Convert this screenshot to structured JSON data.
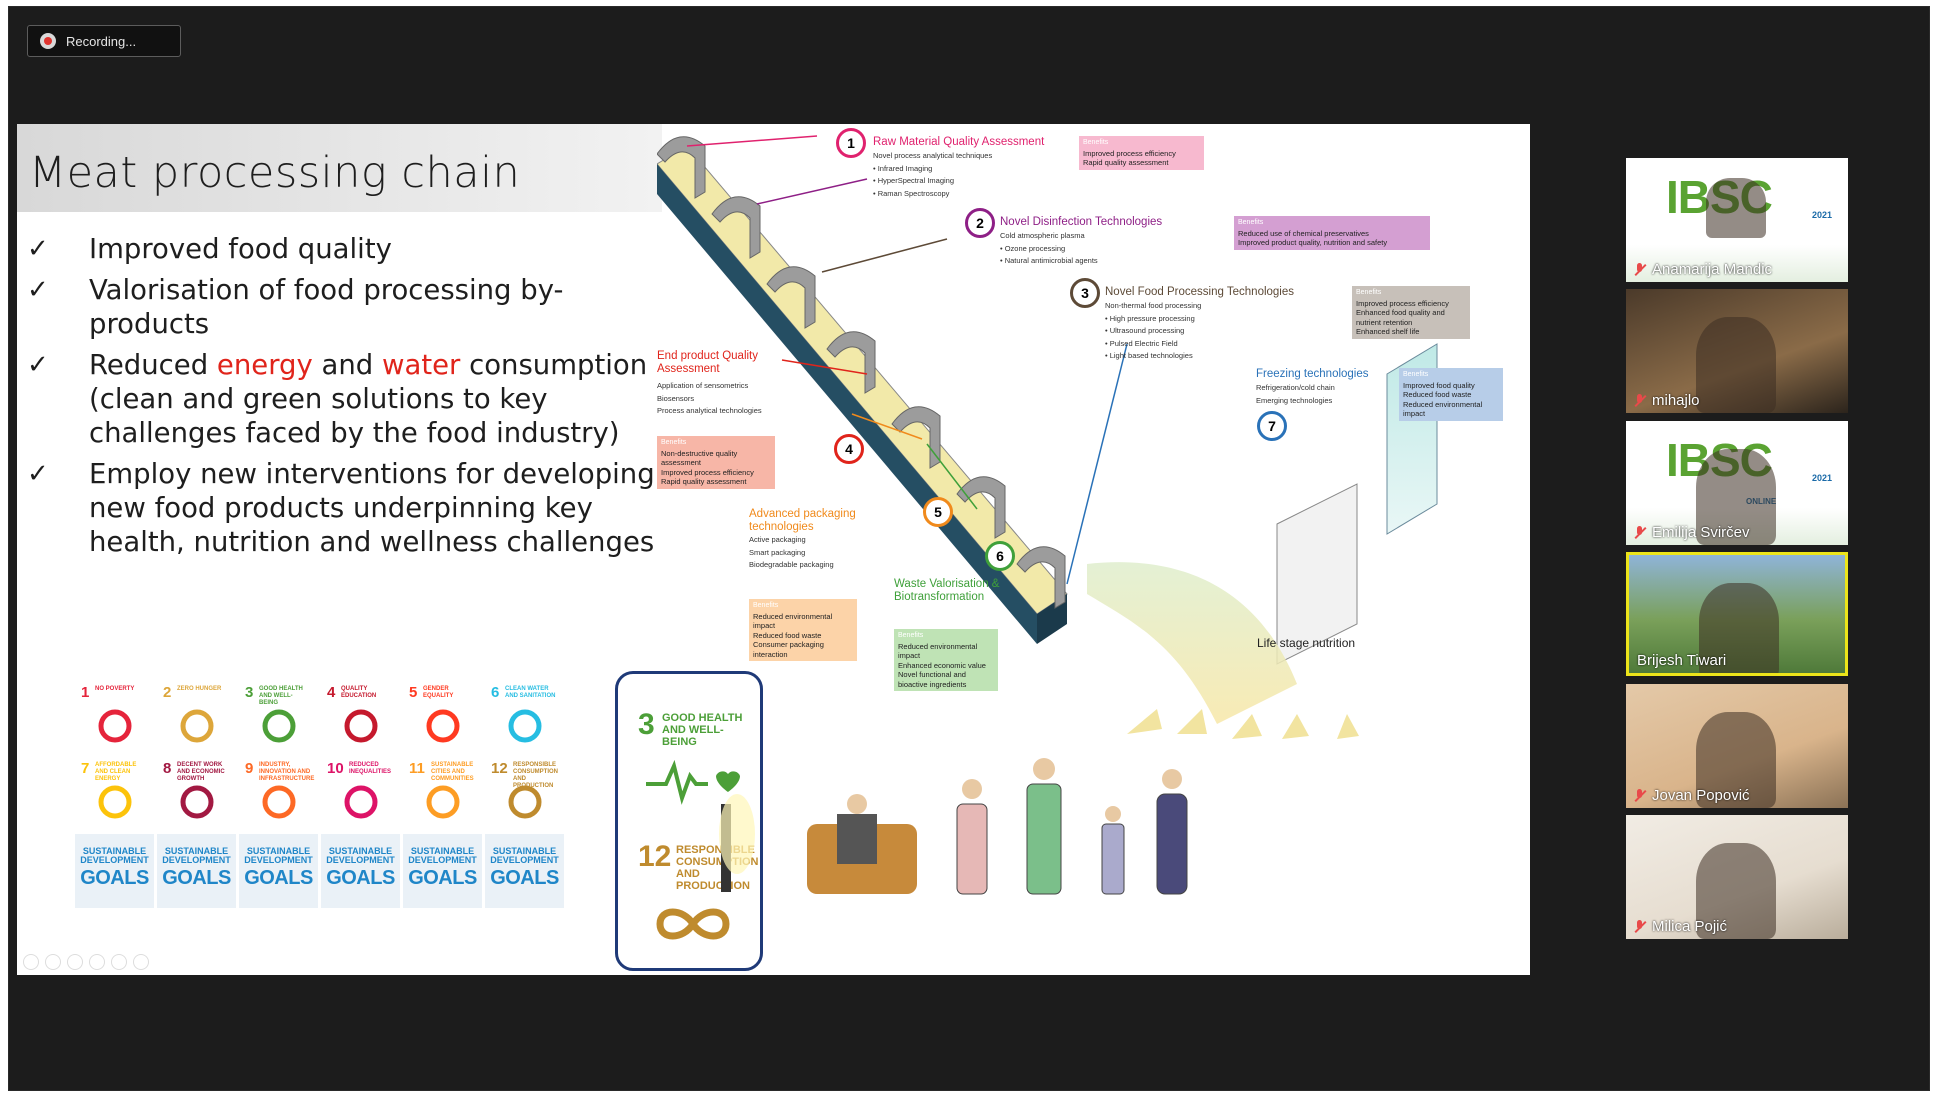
{
  "recording": {
    "label": "Recording..."
  },
  "slide": {
    "title": "Meat processing chain",
    "bullets": [
      {
        "check": "✓",
        "parts": [
          "Improved food quality"
        ]
      },
      {
        "check": "✓",
        "parts": [
          "Valorisation of food processing by-products"
        ]
      },
      {
        "check": "✓",
        "parts": [
          "Reduced ",
          "energy",
          " and ",
          "water",
          " consumption (clean and green solutions to key challenges faced by the food industry)"
        ]
      },
      {
        "check": "✓",
        "parts": [
          "Employ new interventions for developing new food products underpinning key health, nutrition and wellness challenges"
        ]
      }
    ],
    "sdg_tiles": [
      {
        "num": "1",
        "label": "No poverty",
        "color": "#e5243b"
      },
      {
        "num": "2",
        "label": "Zero hunger",
        "color": "#dda63a"
      },
      {
        "num": "3",
        "label": "Good health and well-being",
        "color": "#4c9f38"
      },
      {
        "num": "4",
        "label": "Quality education",
        "color": "#c5192d"
      },
      {
        "num": "5",
        "label": "Gender equality",
        "color": "#ff3a21"
      },
      {
        "num": "6",
        "label": "Clean water and sanitation",
        "color": "#26bde2"
      },
      {
        "num": "7",
        "label": "Affordable and clean energy",
        "color": "#fcc30b"
      },
      {
        "num": "8",
        "label": "Decent work and economic growth",
        "color": "#a21942"
      },
      {
        "num": "9",
        "label": "Industry, innovation and infrastructure",
        "color": "#fd6925"
      },
      {
        "num": "10",
        "label": "Reduced inequalities",
        "color": "#dd1367"
      },
      {
        "num": "11",
        "label": "Sustainable cities and communities",
        "color": "#fd9d24"
      },
      {
        "num": "12",
        "label": "Responsible consumption and production",
        "color": "#bf8b2e"
      }
    ],
    "sdg_goals_tile": {
      "line1": "SUSTAINABLE DEVELOPMENT",
      "line2": "GOALS"
    },
    "sdg_highlight": [
      {
        "num": "3",
        "label": "GOOD HEALTH AND WELL-BEING",
        "color": "#4c9f38"
      },
      {
        "num": "12",
        "label": "RESPONSIBLE CONSUMPTION AND PRODUCTION",
        "color": "#bf8b2e"
      }
    ],
    "stages": [
      {
        "num": "1",
        "title": "Raw Material Quality Assessment",
        "color": "#e0226e",
        "items": [
          "Novel process analytical techniques",
          "• Infrared Imaging",
          "• HyperSpectral Imaging",
          "• Raman Spectroscopy"
        ],
        "benefits": [
          "Improved process efficiency",
          "Rapid quality assessment"
        ],
        "bg": "#f7b9cf"
      },
      {
        "num": "2",
        "title": "Novel Disinfection Technologies",
        "color": "#8e1f86",
        "items": [
          "Cold atmospheric plasma",
          "• Ozone processing",
          "• Natural antimicrobial agents"
        ],
        "benefits": [
          "Reduced use of chemical preservatives",
          "Improved product quality, nutrition and safety"
        ],
        "bg": "#d49fd2"
      },
      {
        "num": "3",
        "title": "Novel Food Processing Technologies",
        "color": "#5d4a37",
        "items": [
          "Non-thermal food processing",
          "• High pressure processing",
          "• Ultrasound processing",
          "• Pulsed Electric Field",
          "• Light based technologies"
        ],
        "benefits": [
          "Improved process efficiency",
          "Enhanced food quality and nutrient retention",
          "Enhanced shelf life"
        ],
        "bg": "#c7c0b9"
      },
      {
        "num": "4",
        "title": "End product Quality Assessment",
        "color": "#e0241b",
        "items": [
          "Application of sensometrics",
          "Biosensors",
          "Process analytical technologies"
        ],
        "benefits": [
          "Non-destructive quality assessment",
          "Improved process efficiency",
          "Rapid quality assessment"
        ],
        "bg": "#f7b6a7"
      },
      {
        "num": "5",
        "title": "Advanced packaging technologies",
        "color": "#f08a1c",
        "items": [
          "Active packaging",
          "Smart packaging",
          "Biodegradable packaging"
        ],
        "benefits": [
          "Reduced environmental impact",
          "Reduced food waste",
          "Consumer packaging interaction"
        ],
        "bg": "#fcd3a8"
      },
      {
        "num": "6",
        "title": "Waste Valorisation & Biotransformation",
        "color": "#3fa03a",
        "items": [],
        "benefits": [
          "Reduced environmental impact",
          "Enhanced economic value",
          "Novel functional and bioactive ingredients"
        ],
        "bg": "#bfe3b5"
      },
      {
        "num": "7",
        "title": "Freezing technologies",
        "color": "#2a72b8",
        "items": [
          "Refrigeration/cold chain",
          "Emerging technologies"
        ],
        "benefits": [
          "Improved food quality",
          "Reduced food waste",
          "Reduced environmental impact"
        ],
        "bg": "#b7cde8"
      }
    ],
    "benefits_label": "Benefits",
    "life_stage_label": "Life stage nutrition"
  },
  "participants": [
    {
      "name": "Anamarija Mandic",
      "muted": true,
      "active": false
    },
    {
      "name": "mihajlo",
      "muted": true,
      "active": false
    },
    {
      "name": "Emilija Svirčev",
      "muted": true,
      "active": false
    },
    {
      "name": "Brijesh Tiwari",
      "muted": false,
      "active": true
    },
    {
      "name": "Jovan Popović",
      "muted": true,
      "active": false
    },
    {
      "name": "Milica Pojić",
      "muted": true,
      "active": false
    }
  ],
  "conference": {
    "logo_text": "IBSC",
    "year": "2021",
    "mode": "ONLINE"
  },
  "colors": {
    "meeting_bg": "#1c1c1c",
    "active_speaker": "#ece41a",
    "accent_red": "#e0241b"
  }
}
